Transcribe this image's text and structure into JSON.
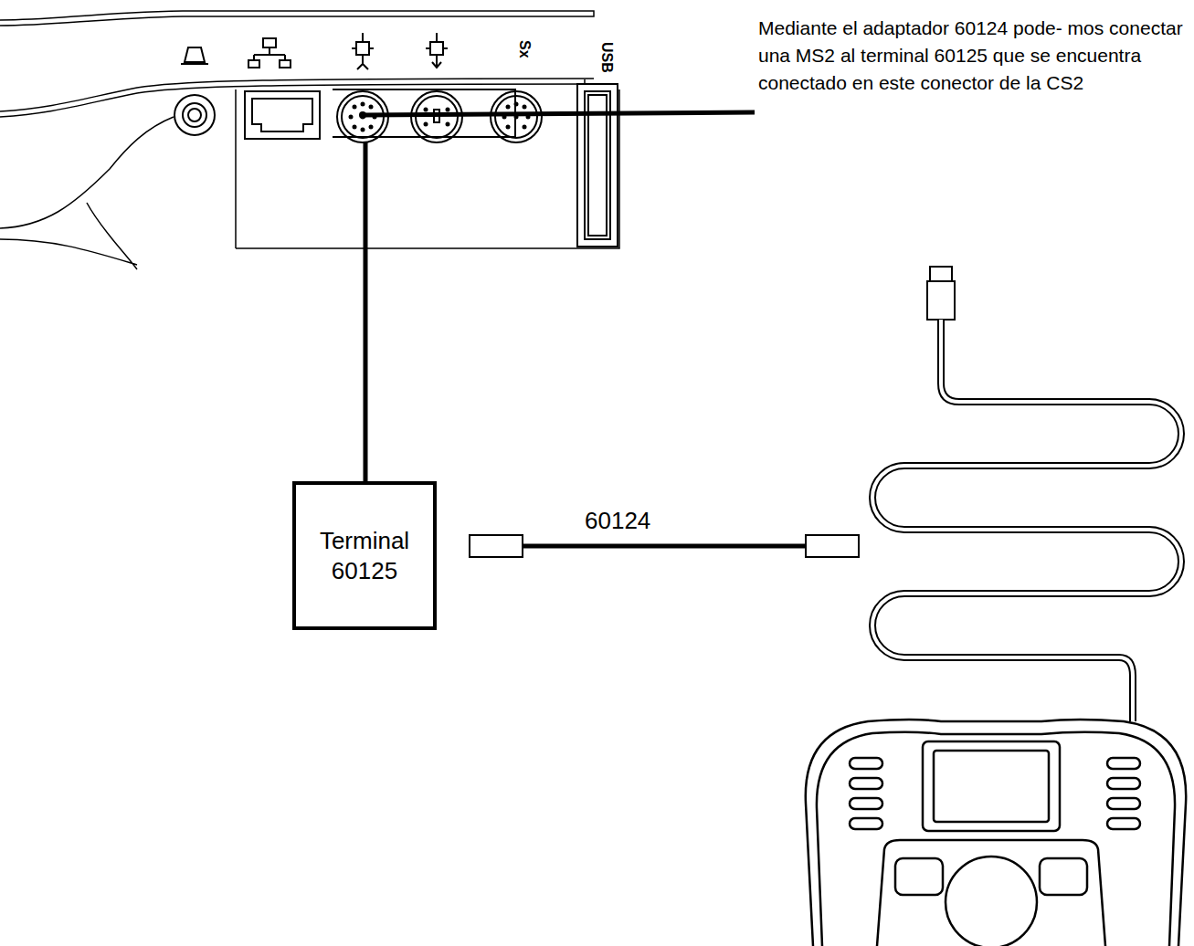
{
  "diagram": {
    "nodes": [
      {
        "text": [
          "Terminal 60125"
        ]
      }
    ],
    "labels": [
      "Mediante el adaptador 60124 pode- mos conectar una MS2 al terminal 60125 que se encuentra conectado en este conector de la CS2",
      "Sx",
      "USB",
      "60124"
    ]
  }
}
